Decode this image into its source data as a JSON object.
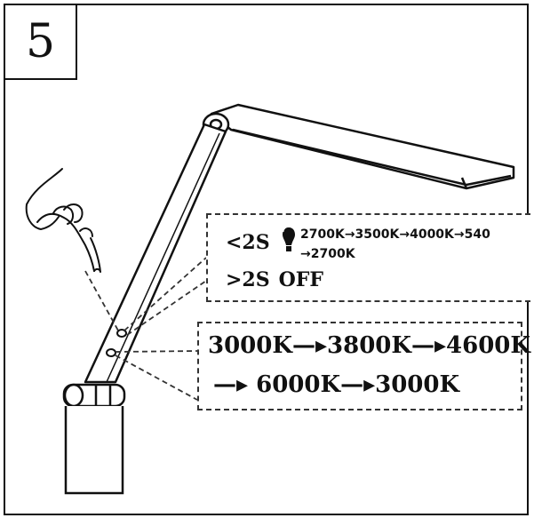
{
  "step": {
    "number": "5"
  },
  "short_press": {
    "label": "<2S",
    "icon": "bulb-icon",
    "sequence_line1": "2700K→3500K→4000K→540",
    "sequence_line2": "→2700K"
  },
  "long_press": {
    "label": ">2S",
    "state": "OFF"
  },
  "color_temp": {
    "line1": "3000K—▸3800K—▸4600K",
    "line2": "—▸ 6000K—▸3000K"
  },
  "colors": {
    "ink": "#111111",
    "paper": "#ffffff"
  }
}
